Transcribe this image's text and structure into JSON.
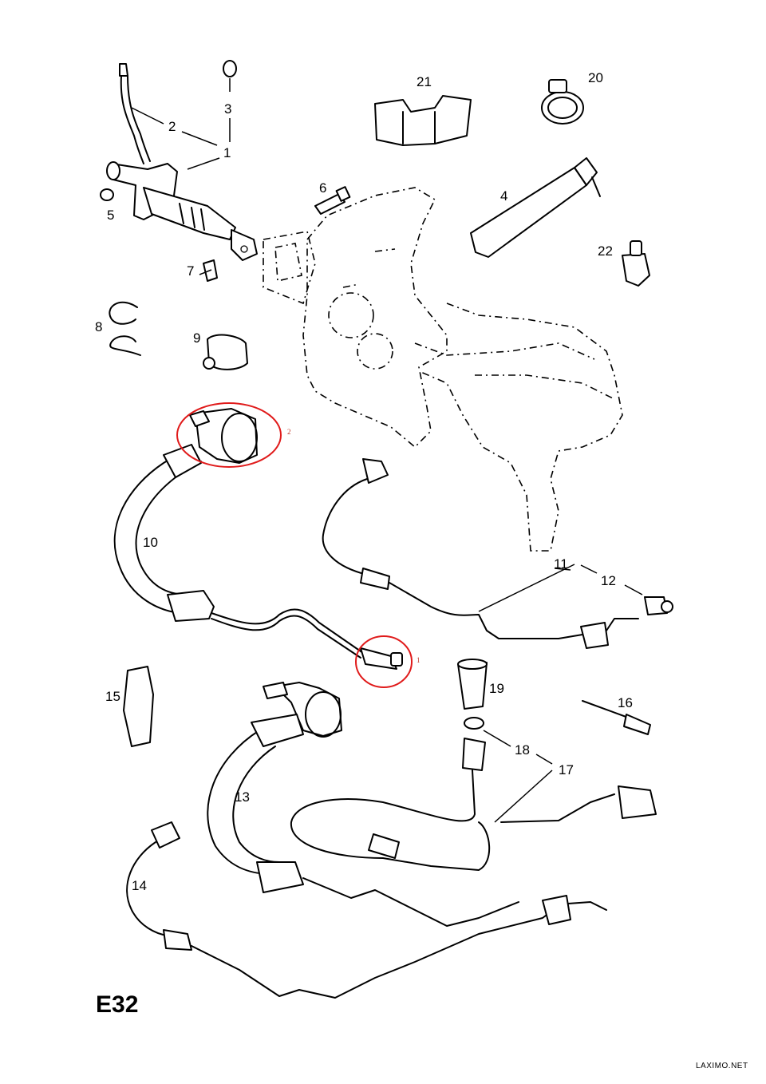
{
  "diagram": {
    "code": "E32",
    "watermark": "LAXIMO.NET",
    "highlight_marks": [
      "2",
      "1"
    ],
    "highlight_color": "#e01b1b",
    "callouts": [
      "1",
      "2",
      "3",
      "4",
      "5",
      "6",
      "7",
      "8",
      "9",
      "10",
      "11",
      "12",
      "13",
      "14",
      "15",
      "16",
      "17",
      "18",
      "19",
      "20",
      "21",
      "22"
    ]
  }
}
